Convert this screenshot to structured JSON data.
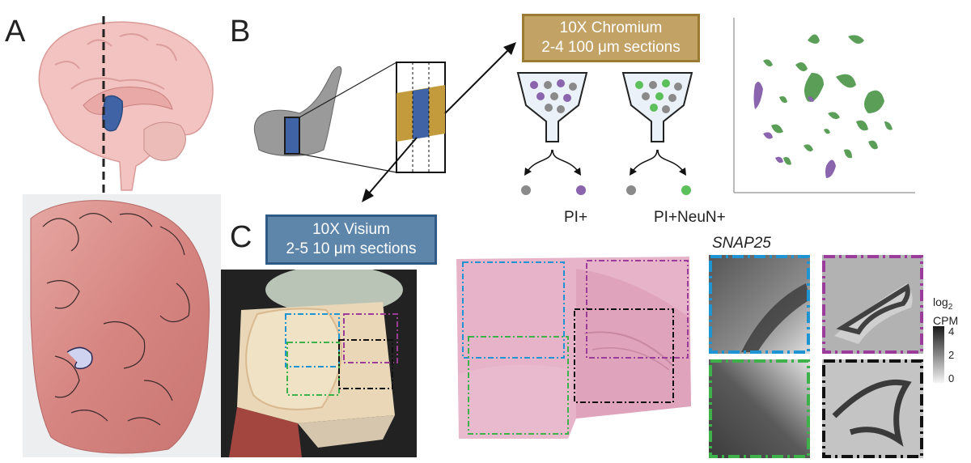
{
  "panels": {
    "a": "A",
    "b": "B",
    "c": "C"
  },
  "chromium": {
    "line1": "10X Chromium",
    "line2": "2-4 100 μm sections"
  },
  "visium": {
    "line1": "10X Visium",
    "line2": "2-5 10 μm sections"
  },
  "sort_labels": {
    "pi": "PI+",
    "pi_neun": "PI+NeuN+"
  },
  "gene": "SNAP25",
  "colorbar": {
    "title_main": "log",
    "title_sub": "2",
    "title_unit": "CPM",
    "ticks": [
      "4",
      "2",
      "0"
    ]
  },
  "colors": {
    "blue_roi": "#1f94d2",
    "magenta_roi": "#9b3c9a",
    "green_roi": "#3db24a",
    "black_roi": "#111111",
    "purple_cells": "#8a64ad",
    "green_cells": "#5a9e57",
    "hippocampus": "#3f63a5"
  }
}
